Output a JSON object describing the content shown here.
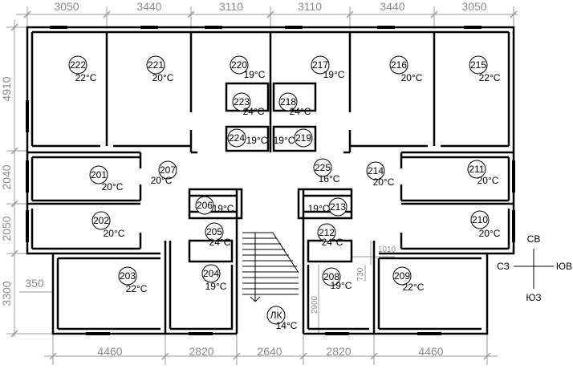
{
  "dimensions": {
    "top": [
      "3050",
      "3440",
      "3110",
      "3110",
      "3440",
      "3050"
    ],
    "bottom": [
      "4460",
      "2820",
      "2640",
      "2820",
      "4460"
    ],
    "left": [
      "4910",
      "2040",
      "2050",
      "3300"
    ],
    "left_offset": "350",
    "inner_left": "2900",
    "inner_730": "730",
    "inner_1010": "1010"
  },
  "rooms": [
    {
      "id": "222",
      "temp": "22°C"
    },
    {
      "id": "221",
      "temp": "20°C"
    },
    {
      "id": "220",
      "temp": "19°C"
    },
    {
      "id": "217",
      "temp": "19°C"
    },
    {
      "id": "216",
      "temp": "20°C"
    },
    {
      "id": "215",
      "temp": "22°C"
    },
    {
      "id": "223",
      "temp": "24°C"
    },
    {
      "id": "218",
      "temp": "24°C"
    },
    {
      "id": "224",
      "temp": "19°C"
    },
    {
      "id": "219",
      "temp": "19°C"
    },
    {
      "id": "201",
      "temp": "20°C"
    },
    {
      "id": "207",
      "temp": "20°C"
    },
    {
      "id": "225",
      "temp": "16°C"
    },
    {
      "id": "214",
      "temp": "20°C"
    },
    {
      "id": "211",
      "temp": "20°C"
    },
    {
      "id": "206",
      "temp": "19°C"
    },
    {
      "id": "213",
      "temp": "19°C"
    },
    {
      "id": "202",
      "temp": "20°C"
    },
    {
      "id": "210",
      "temp": "20°C"
    },
    {
      "id": "205",
      "temp": "24°C"
    },
    {
      "id": "212",
      "temp": "24°C"
    },
    {
      "id": "203",
      "temp": "22°C"
    },
    {
      "id": "204",
      "temp": "19°C"
    },
    {
      "id": "ЛК",
      "temp": "14°C"
    },
    {
      "id": "208",
      "temp": "19°C"
    },
    {
      "id": "209",
      "temp": "22°C"
    }
  ],
  "compass": {
    "north": "СВ",
    "west": "СЗ",
    "east": "ЮВ",
    "south": "ЮЗ"
  }
}
